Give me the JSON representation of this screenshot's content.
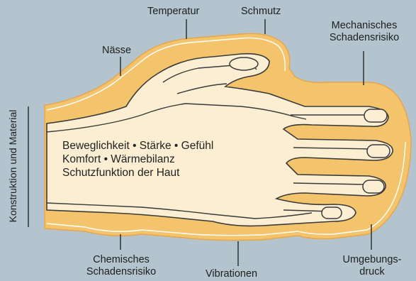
{
  "labels": {
    "temperatur": "Temperatur",
    "schmutz": "Schmutz",
    "naesse": "Nässe",
    "mechanisch_1": "Mechanisches",
    "mechanisch_2": "Schadensrisiko",
    "konstruktion": "Konstruktion und Material",
    "chemisch_1": "Chemisches",
    "chemisch_2": "Schadensrisiko",
    "vibrationen": "Vibrationen",
    "umgebung_1": "Umgebungs-",
    "umgebung_2": "druck"
  },
  "center_text": [
    "Beweglichkeit • Stärke • Gefühl",
    "Komfort • Wärmebilanz",
    "Schutzfunktion der Haut"
  ],
  "colors": {
    "background": "#b3c4cf",
    "outer_layer": "#f4c46c",
    "inner_hand": "#fbeed2",
    "line": "#3a3a3a"
  }
}
